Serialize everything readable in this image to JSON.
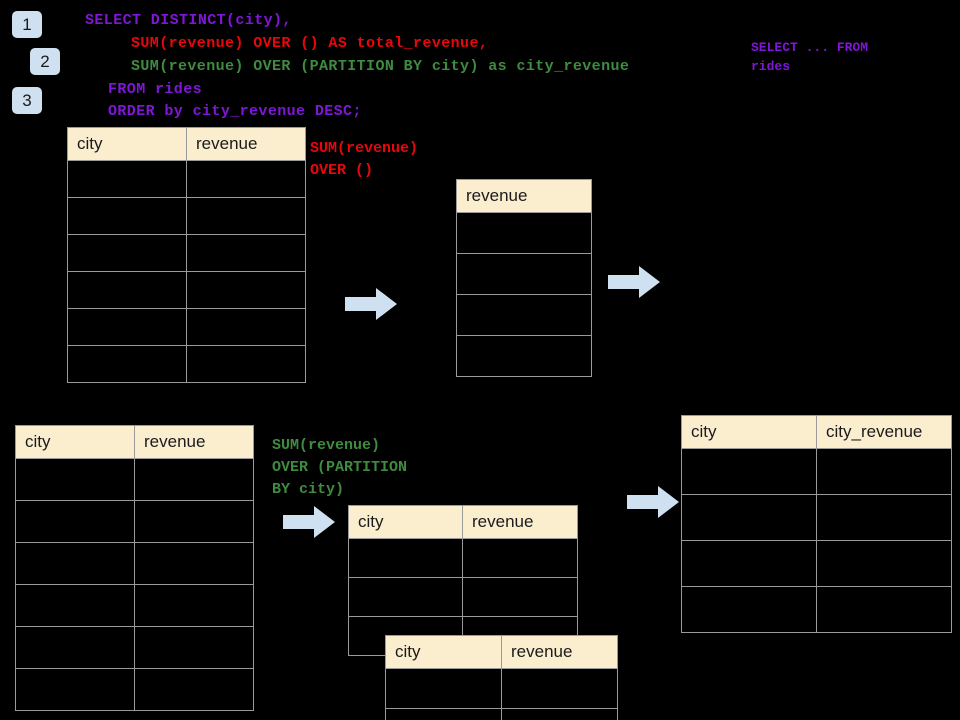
{
  "page": {
    "background_color": "#000000",
    "header_fill": "#fbeecf",
    "grid_line_color": "#9a9a9a",
    "arrow_color": "#cfe0f0",
    "badge_color": "#cfe0f0"
  },
  "steps": [
    {
      "label": "1"
    },
    {
      "label": "2"
    },
    {
      "label": "3"
    }
  ],
  "sql": {
    "lines": [
      {
        "text": "SELECT DISTINCT(city),",
        "color": "#7f16d8"
      },
      {
        "text": "SUM(revenue) OVER () AS total_revenue,",
        "color": "#e8070b"
      },
      {
        "text": "SUM(revenue) OVER (PARTITION BY city) as city_revenue",
        "color": "#3f8b3f"
      },
      {
        "text": "FROM rides",
        "color": "#7f16d8"
      },
      {
        "text": "ORDER by city_revenue DESC;",
        "color": "#7f16d8"
      }
    ]
  },
  "side_note": {
    "line1": "SELECT ... FROM",
    "line2": "rides",
    "color": "#7f16d8"
  },
  "annotations": {
    "total": {
      "line1": "SUM(revenue)",
      "line2": "OVER ()",
      "color": "#e8070b"
    },
    "partition": {
      "line1": "SUM(revenue)",
      "line2": "OVER (PARTITION",
      "line3": "BY city)",
      "color": "#3f8b3f"
    }
  },
  "tables": {
    "source_top": {
      "headers": [
        "city",
        "revenue"
      ],
      "row_count": 6,
      "rows": [
        [
          "",
          ""
        ],
        [
          "",
          ""
        ],
        [
          "",
          ""
        ],
        [
          "",
          ""
        ],
        [
          "",
          ""
        ],
        [
          "",
          ""
        ]
      ]
    },
    "total_revenue": {
      "headers": [
        "revenue"
      ],
      "row_count": 4,
      "rows": [
        [
          ""
        ],
        [
          ""
        ],
        [
          ""
        ],
        [
          ""
        ]
      ]
    },
    "source_bottom": {
      "headers": [
        "city",
        "revenue"
      ],
      "row_count": 6,
      "rows": [
        [
          "",
          ""
        ],
        [
          "",
          ""
        ],
        [
          "",
          ""
        ],
        [
          "",
          ""
        ],
        [
          "",
          ""
        ],
        [
          "",
          ""
        ]
      ]
    },
    "partition_a": {
      "headers": [
        "city",
        "revenue"
      ],
      "row_count": 3,
      "rows": [
        [
          "",
          ""
        ],
        [
          "",
          ""
        ],
        [
          "",
          ""
        ]
      ]
    },
    "partition_b": {
      "headers": [
        "city",
        "revenue"
      ],
      "row_count": 2,
      "rows": [
        [
          "",
          ""
        ],
        [
          "",
          ""
        ]
      ]
    },
    "result": {
      "headers": [
        "city",
        "city_revenue"
      ],
      "row_count": 4,
      "rows": [
        [
          "",
          ""
        ],
        [
          "",
          ""
        ],
        [
          "",
          ""
        ],
        [
          "",
          ""
        ]
      ]
    }
  },
  "arrows": [
    {
      "name": "arrow-source-to-total"
    },
    {
      "name": "arrow-total-to-result"
    },
    {
      "name": "arrow-source-to-partition"
    },
    {
      "name": "arrow-partition-to-result"
    }
  ]
}
